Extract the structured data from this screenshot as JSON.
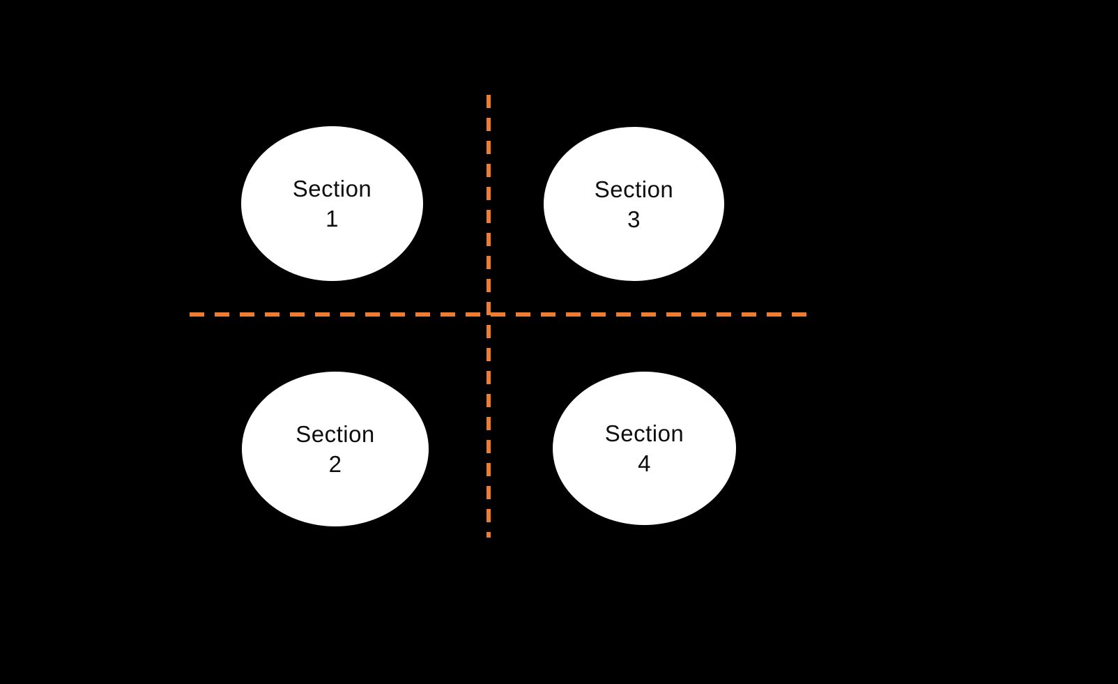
{
  "slide": {
    "background_color": "#000000",
    "sections": [
      {
        "name": "Section 1",
        "line1": "Section",
        "line2": "1"
      },
      {
        "name": "Section 2",
        "line1": "Section",
        "line2": "2"
      },
      {
        "name": "Section 3",
        "line1": "Section",
        "line2": "3"
      },
      {
        "name": "Section 4",
        "line1": "Section",
        "line2": "4"
      }
    ],
    "shape": {
      "fill": "#FFFFFF",
      "text_color": "#0D0D0D"
    },
    "dividers": {
      "color": "#ED7D31",
      "style": "dashed",
      "layout": "cross"
    }
  }
}
